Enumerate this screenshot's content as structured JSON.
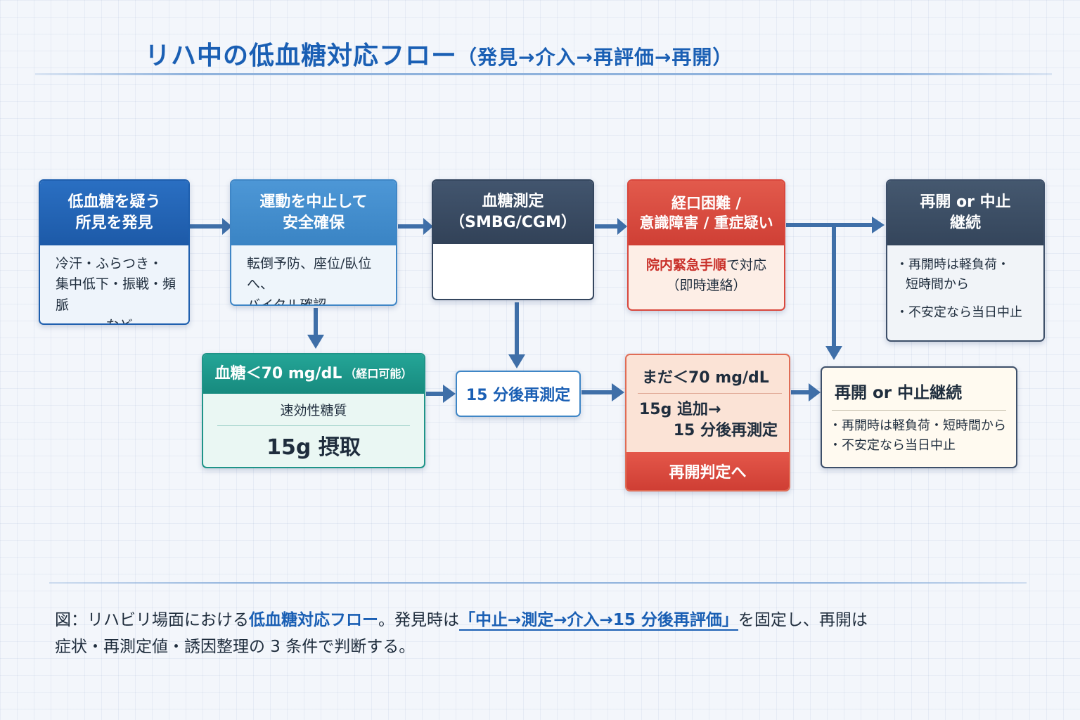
{
  "title": "リハ中の低血糖対応フロー",
  "subtitle": "（発見→介入→再評価→再開）",
  "boxes": {
    "b1": {
      "header": [
        "低血糖を疑う",
        "所見を発見"
      ],
      "body": [
        "冷汗・ふらつき・",
        "集中低下・振戦・頻脈",
        "など"
      ]
    },
    "b2": {
      "header": [
        "運動を中止して",
        "安全確保"
      ],
      "body": [
        "転倒予防、座位/臥位へ、",
        "バイタル確認"
      ]
    },
    "b3": {
      "header": [
        "血糖測定",
        "（SMBG/CGM）"
      ]
    },
    "b4": {
      "header": [
        "経口困難 /",
        "意識障害 / 重症疑い"
      ],
      "body_red": "院内緊急手順",
      "body_tail": "で対応",
      "body2": "（即時連絡）"
    },
    "b5": {
      "header": [
        "再開 or 中止",
        "継続"
      ],
      "bullets": [
        "・再開時は軽負荷・",
        "短時間から",
        "・不安定なら当日中止"
      ]
    },
    "b6": {
      "header_main": "血糖＜70 mg/dL",
      "header_note": "（経口可能）",
      "line1": "速効性糖質",
      "line2": "15g 摂取"
    },
    "b7": {
      "label": "15 分後再測定"
    },
    "b8": {
      "top": "まだ＜70 mg/dL",
      "mid1": "15g 追加→",
      "mid2": "15 分後再測定",
      "footer": "再開判定へ"
    },
    "b9": {
      "header": "再開 or 中止継続",
      "bullets": [
        "・再開時は軽負荷・短時間から",
        "・不安定なら当日中止"
      ]
    }
  },
  "caption": {
    "p1": "図：リハビリ場面における",
    "hl1": "低血糖対応フロー",
    "p2": "。発見時は",
    "hl2": "「中止→測定→介入→15 分後再評価」",
    "p3": "を固定し、再開は",
    "line2": "症状・再測定値・誘因整理の 3 条件で判断する。"
  },
  "colors": {
    "arrow": "#3f6fa8",
    "title": "#1a5fb4",
    "red": "#d9473d",
    "teal": "#1f9488",
    "navy": "#34465e"
  }
}
